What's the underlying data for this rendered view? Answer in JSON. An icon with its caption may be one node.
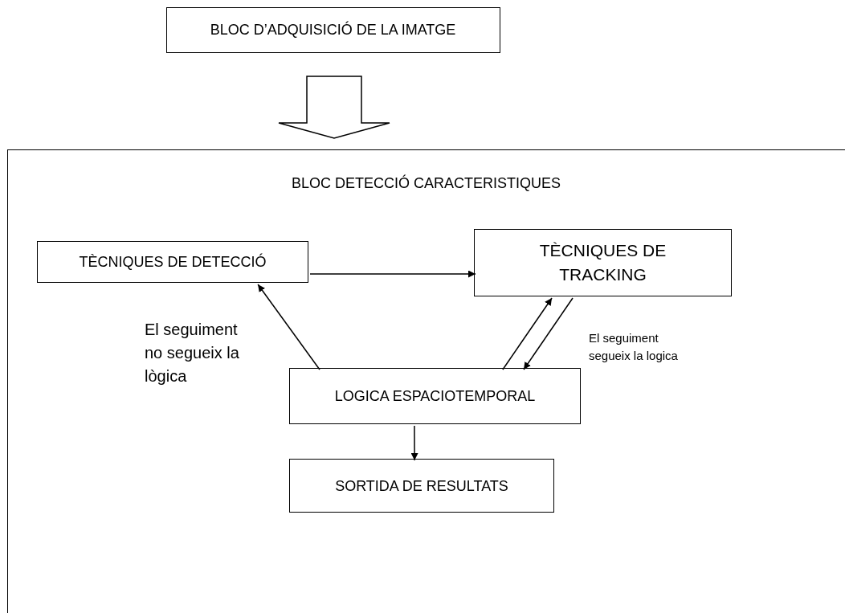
{
  "diagram": {
    "nodes": [
      {
        "text": [
          "BLOC D’ADQUISICIÓ DE LA IMATGE"
        ]
      },
      {
        "text": [
          "BLOC DETECCIÓ CARACTERISTIQUES"
        ]
      },
      {
        "text": [
          "TÈCNIQUES DE DETECCIÓ"
        ],
        "in": 1
      },
      {
        "text": [
          "TÈCNIQUES DE TRACKING"
        ],
        "in": 1
      },
      {
        "text": [
          "LOGICA ESPACIOTEMPORAL"
        ],
        "in": 1
      },
      {
        "text": [
          "SORTIDA DE RESULTATS"
        ],
        "in": 1
      }
    ],
    "edges": [
      {
        "from": 0,
        "to": 1,
        "arrow": "to",
        "style": "thick"
      },
      {
        "from": 2,
        "to": 3,
        "arrow": "to"
      },
      {
        "from": 4,
        "to": 2,
        "arrow": "to",
        "label": "El seguiment no segueix la lògica"
      },
      {
        "from": 4,
        "to": 3,
        "arrow": "to"
      },
      {
        "from": 3,
        "to": 4,
        "arrow": "to",
        "label": "El seguiment segueix la logica"
      },
      {
        "from": 4,
        "to": 5,
        "arrow": "to"
      }
    ]
  }
}
